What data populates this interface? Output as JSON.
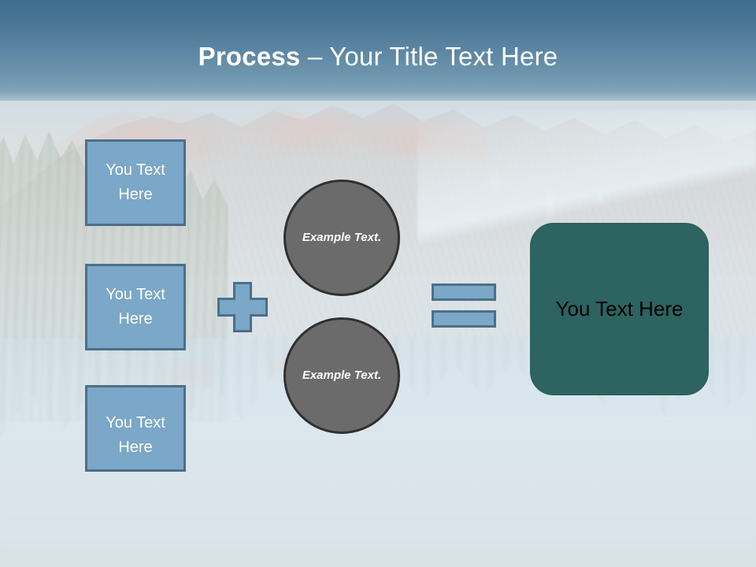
{
  "slide": {
    "title_strong": "Process",
    "title_light": " – Your Title Text Here"
  },
  "colors": {
    "band_top": "#3f6d8e",
    "band_bottom": "#7fa2b8",
    "box_fill": "#7ba7c8",
    "box_border": "#4d6f87",
    "circle_fill": "#6b6b6b",
    "circle_border": "#303030",
    "result_fill": "#2d6360",
    "title_text": "#ffffff",
    "box_text": "#ffffff",
    "circle_text": "#ffffff",
    "result_text": "#000000"
  },
  "inputs": [
    {
      "label": "You Text Here"
    },
    {
      "label": "You Text Here"
    },
    {
      "label": "You Text Here"
    }
  ],
  "operators": {
    "plus": "plus-sign",
    "equals": "equals-sign"
  },
  "factors": [
    {
      "label": "Example Text."
    },
    {
      "label": "Example Text."
    }
  ],
  "result": {
    "label": "You Text Here"
  }
}
